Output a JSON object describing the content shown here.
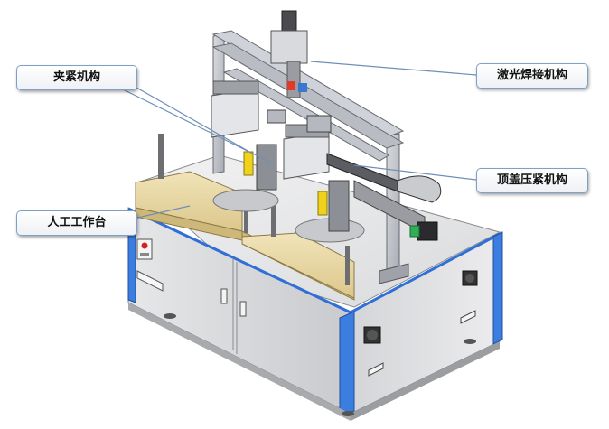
{
  "labels": {
    "clamping_mechanism": "夹紧机构",
    "laser_welding_mechanism": "激光焊接机构",
    "top_cover_pressing_mechanism": "顶盖压紧机构",
    "manual_workbench": "人工工作台"
  },
  "colors": {
    "leader_line": "#6f8fb8",
    "accent_blue": "#2f6fd6",
    "workbench_wood": "#ead9a8",
    "cabinet_grey": "#e2e2e4"
  }
}
